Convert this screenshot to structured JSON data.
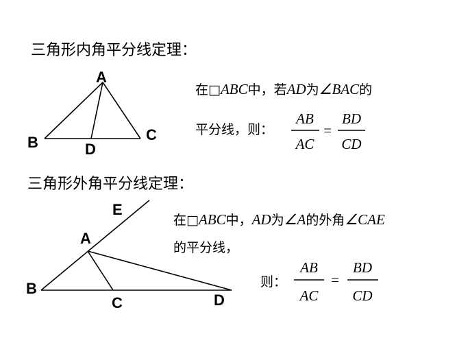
{
  "theorem1": {
    "heading": "三角形内角平分线定理：",
    "vertices": {
      "A": "A",
      "B": "B",
      "C": "C",
      "D": "D"
    },
    "text_prefix": "在",
    "box_glyph": "□",
    "triangle": "ABC",
    "text_mid": "中，若",
    "segment": "AD",
    "text_wei": "为",
    "angle_symbol": "∠",
    "angle": "BAC",
    "text_de": "的",
    "line2": "平分线，则：",
    "frac_left_num": "AB",
    "frac_left_den": "AC",
    "equals": "=",
    "frac_right_num": "BD",
    "frac_right_den": "CD"
  },
  "theorem2": {
    "heading": "三角形外角平分线定理：",
    "vertices": {
      "A": "A",
      "B": "B",
      "C": "C",
      "D": "D",
      "E": "E"
    },
    "text_prefix": "在",
    "box_glyph": "□",
    "triangle": "ABC",
    "text_mid": "中，",
    "segment": "AD",
    "text_wei": "为",
    "angle_symbol": "∠",
    "angle_vertex": "A",
    "text_exterior": "的外角",
    "angle2": "CAE",
    "line2": "的平分线，",
    "then": "则：",
    "frac_left_num": "AB",
    "frac_left_den": "AC",
    "equals": "=",
    "frac_right_num": "BD",
    "frac_right_den": "CD"
  }
}
